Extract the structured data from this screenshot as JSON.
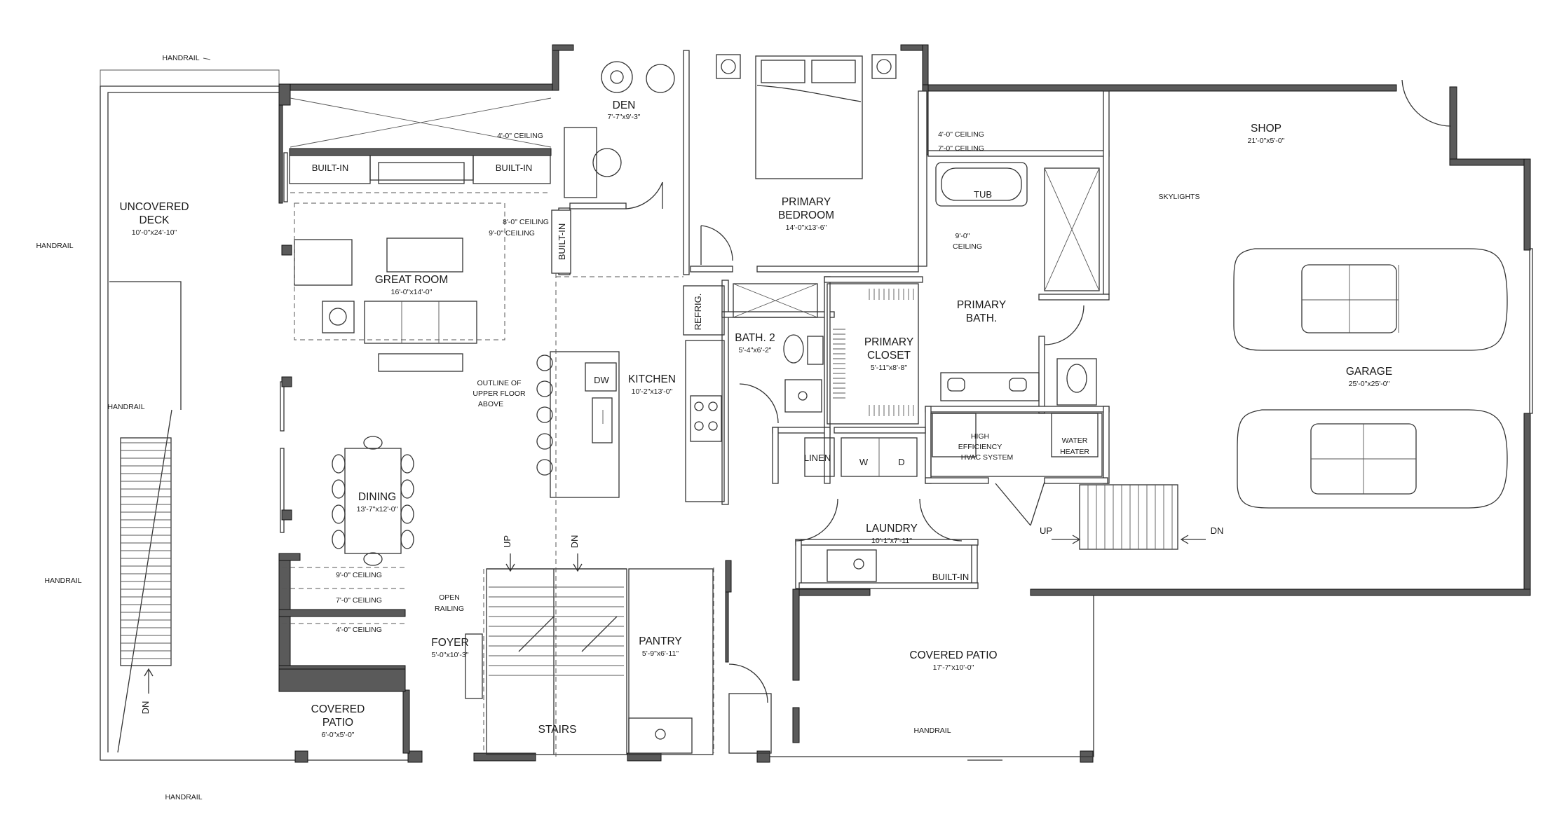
{
  "rooms": {
    "den": {
      "name": "DEN",
      "dims": "7'-7\"x9'-3\""
    },
    "primary_bedroom": {
      "name1": "PRIMARY",
      "name2": "BEDROOM",
      "dims": "14'-0\"x13'-6\""
    },
    "shop": {
      "name": "SHOP",
      "dims": "21'-0\"x5'-0\""
    },
    "uncovered_deck": {
      "name1": "UNCOVERED",
      "name2": "DECK",
      "dims": "10'-0\"x24'-10\""
    },
    "great_room": {
      "name": "GREAT ROOM",
      "dims": "16'-0\"x14'-0\""
    },
    "primary_bath": {
      "name1": "PRIMARY",
      "name2": "BATH."
    },
    "primary_closet": {
      "name1": "PRIMARY",
      "name2": "CLOSET",
      "dims": "5'-11\"x8'-8\""
    },
    "bath2": {
      "name": "BATH. 2",
      "dims": "5'-4\"x6'-2\""
    },
    "kitchen": {
      "name": "KITCHEN",
      "dims": "10'-2\"x13'-0\""
    },
    "garage": {
      "name": "GARAGE",
      "dims": "25'-0\"x25'-0\""
    },
    "dining": {
      "name": "DINING",
      "dims": "13'-7\"x12'-0\""
    },
    "laundry": {
      "name": "LAUNDRY",
      "dims": "10'-1\"x7'-11\""
    },
    "foyer": {
      "name": "FOYER",
      "dims": "5'-0\"x10'-3\""
    },
    "pantry": {
      "name": "PANTRY",
      "dims": "5'-9\"x6'-11\""
    },
    "covered_patio_main": {
      "name": "COVERED PATIO",
      "dims": "17'-7\"x10'-0\""
    },
    "covered_patio_entry": {
      "name1": "COVERED",
      "name2": "PATIO",
      "dims": "6'-0\"x5'-0\""
    },
    "stairs": {
      "name": "STAIRS"
    }
  },
  "notes": {
    "handrail": "HANDRAIL",
    "built_in": "BUILT-IN",
    "ceiling_4": "4'-0\" CEILING",
    "ceiling_7": "7'-0\" CEILING",
    "ceiling_8": "8'-0\" CEILING",
    "ceiling_9": "9'-0\" CEILING",
    "ceiling_9_line1": "9'-0\"",
    "ceiling_9_line2": "CEILING",
    "skylights": "SKYLIGHTS",
    "tub": "TUB",
    "refrig": "REFRIG.",
    "dw": "DW",
    "outline1": "OUTLINE OF",
    "outline2": "UPPER FLOOR",
    "outline3": "ABOVE",
    "open_railing1": "OPEN",
    "open_railing2": "RAILING",
    "linen": "LINEN",
    "washer": "W",
    "dryer": "D",
    "hvac1": "HIGH",
    "hvac2": "EFFICIENCY",
    "hvac3": "HVAC SYSTEM",
    "water1": "WATER",
    "water2": "HEATER",
    "up": "UP",
    "dn": "DN"
  }
}
